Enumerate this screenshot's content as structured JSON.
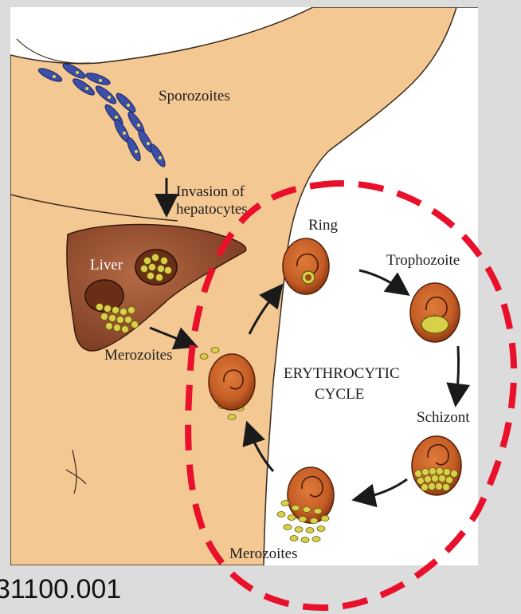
{
  "diagram": {
    "labels": {
      "sporozoites": "Sporozoites",
      "invasion_line1": "Invasion of",
      "invasion_line2": "hepatocytes",
      "liver": "Liver",
      "merozoites_left": "Merozoites",
      "ring": "Ring",
      "trophozoite": "Trophozoite",
      "cycle_line1": "ERYTHROCYTIC",
      "cycle_line2": "CYCLE",
      "schizont": "Schizont",
      "merozoites_bottom": "Merozoites"
    },
    "colors": {
      "background": "#dcdcdc",
      "panel": "#ffffff",
      "skin": "#f3c893",
      "liver": "#8e4a2c",
      "rbc": "#c55e26",
      "parasite": "#d8d048",
      "sporozoite": "#3b4fa8",
      "highlight_dash": "#e8102a"
    }
  },
  "footer": {
    "course_code": "31100.001"
  }
}
